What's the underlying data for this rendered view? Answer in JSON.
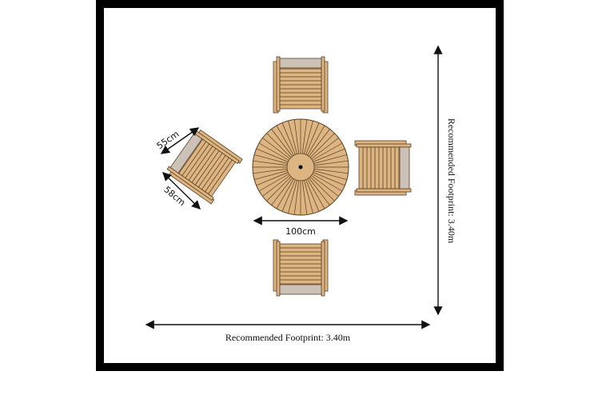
{
  "footprint_horizontal": "Recommended Footprint: 3.40m",
  "footprint_vertical": "Recommended Footprint: 3.40m",
  "table_diameter": "100cm",
  "chair_width": "55cm",
  "chair_depth": "58cm",
  "colors": {
    "wood": "#dcb583",
    "outline": "#5a3d1e",
    "cushion": "#cdc2b8",
    "frame": "#000000"
  },
  "table_slat_count": 48
}
